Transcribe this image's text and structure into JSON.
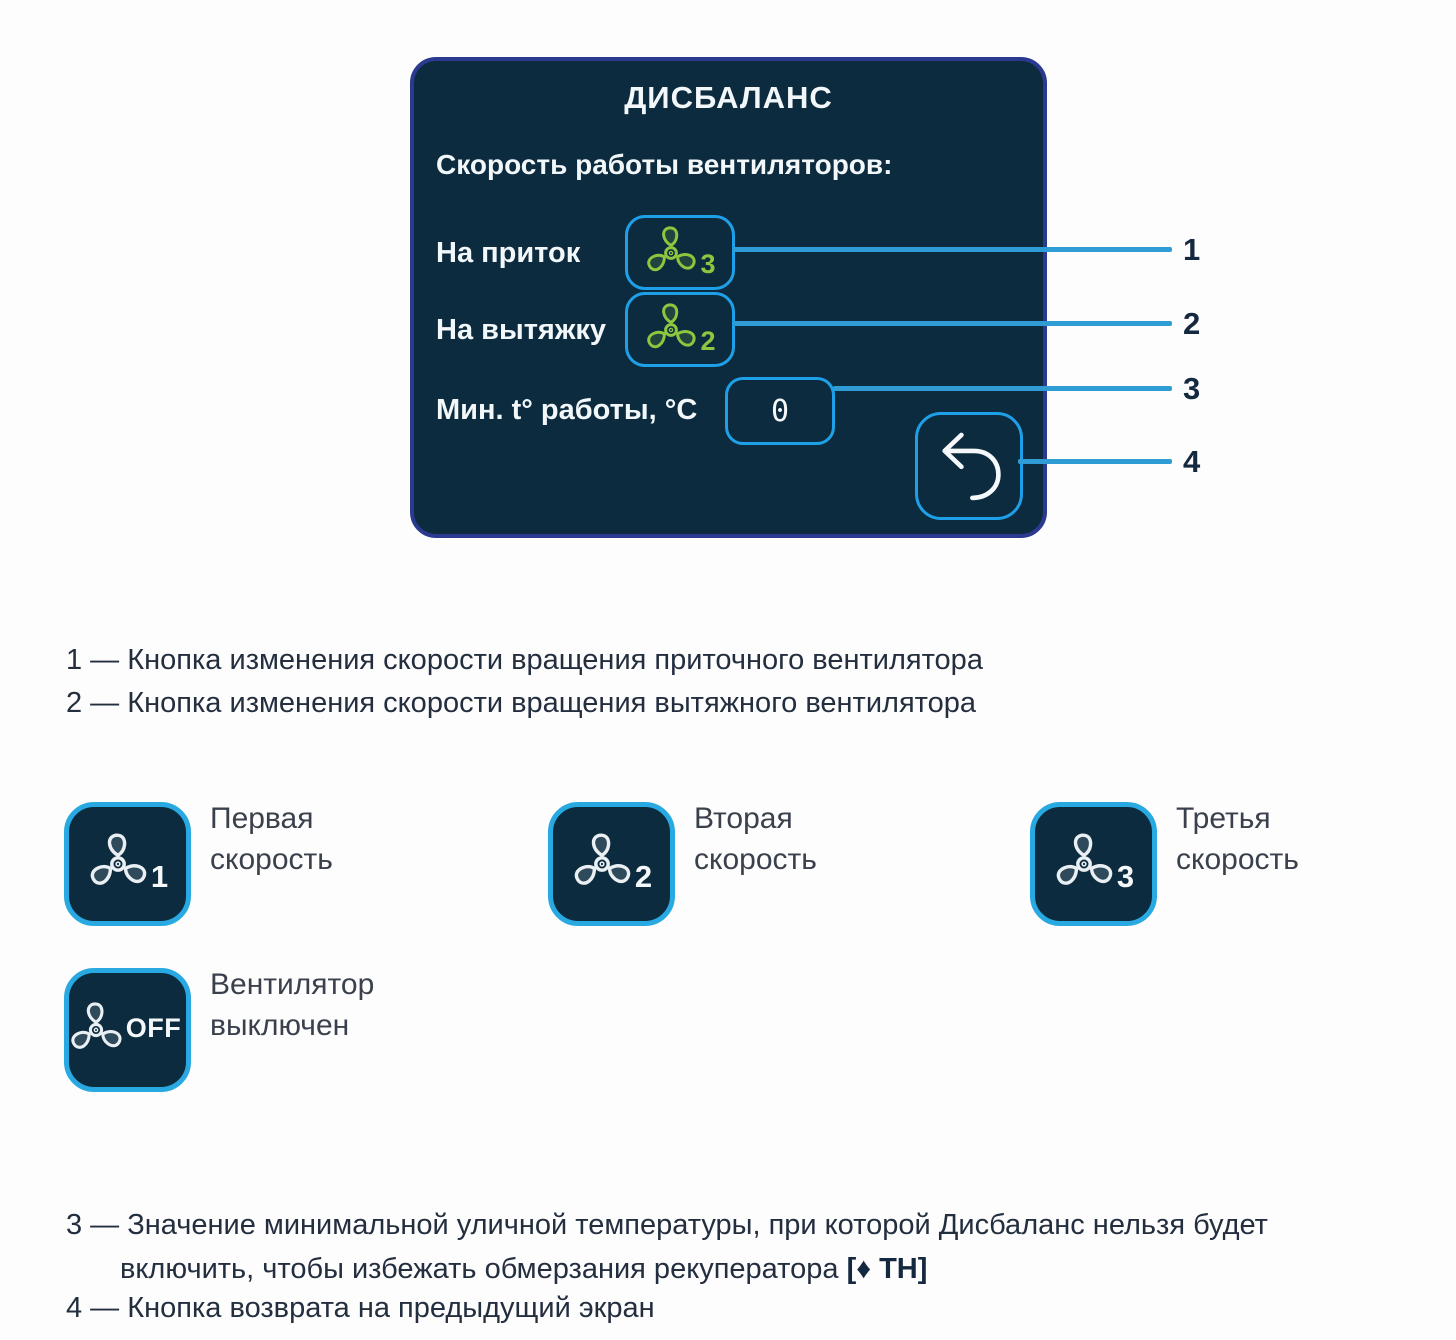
{
  "colors": {
    "panel-bg": "#0d2b3e",
    "panel-border": "#2b3a90",
    "control-border": "#1ea0e8",
    "tile-border": "#29a9e1",
    "accent-green": "#8dc63f",
    "callout-line": "#2f9cd6",
    "ink": "#1d2b3f",
    "panel-text": "#f2f7fa"
  },
  "panel": {
    "title": "ДИСБАЛАНС",
    "subtitle": "Скорость работы вентиляторов:",
    "rows": [
      {
        "label": "На приток",
        "speed": "3"
      },
      {
        "label": "На вытяжку",
        "speed": "2"
      }
    ],
    "min_temp": {
      "label": "Мин. t° работы, °C",
      "value": "0"
    }
  },
  "callouts": {
    "n1": "1",
    "n2": "2",
    "n3": "3",
    "n4": "4"
  },
  "notes_top": {
    "line1": "1 — Кнопка изменения скорости вращения приточного вентилятора",
    "line2": "2 — Кнопка изменения скорости вращения вытяжного вентилятора"
  },
  "legend": {
    "tiles": [
      {
        "badge": "1",
        "label": "Первая скорость"
      },
      {
        "badge": "2",
        "label": "Вторая скорость"
      },
      {
        "badge": "3",
        "label": "Третья скорость"
      },
      {
        "badge": "OFF",
        "label": "Вентилятор выключен"
      }
    ]
  },
  "notes_bottom": {
    "note3_text": "3 — Значение минимальной уличной температуры, при которой Дисбаланс нельзя будет включить, чтобы избежать обмерзания рекуператора",
    "note3_bold": "[♦ ТН]",
    "note4": "4 — Кнопка возврата на предыдущий экран"
  }
}
